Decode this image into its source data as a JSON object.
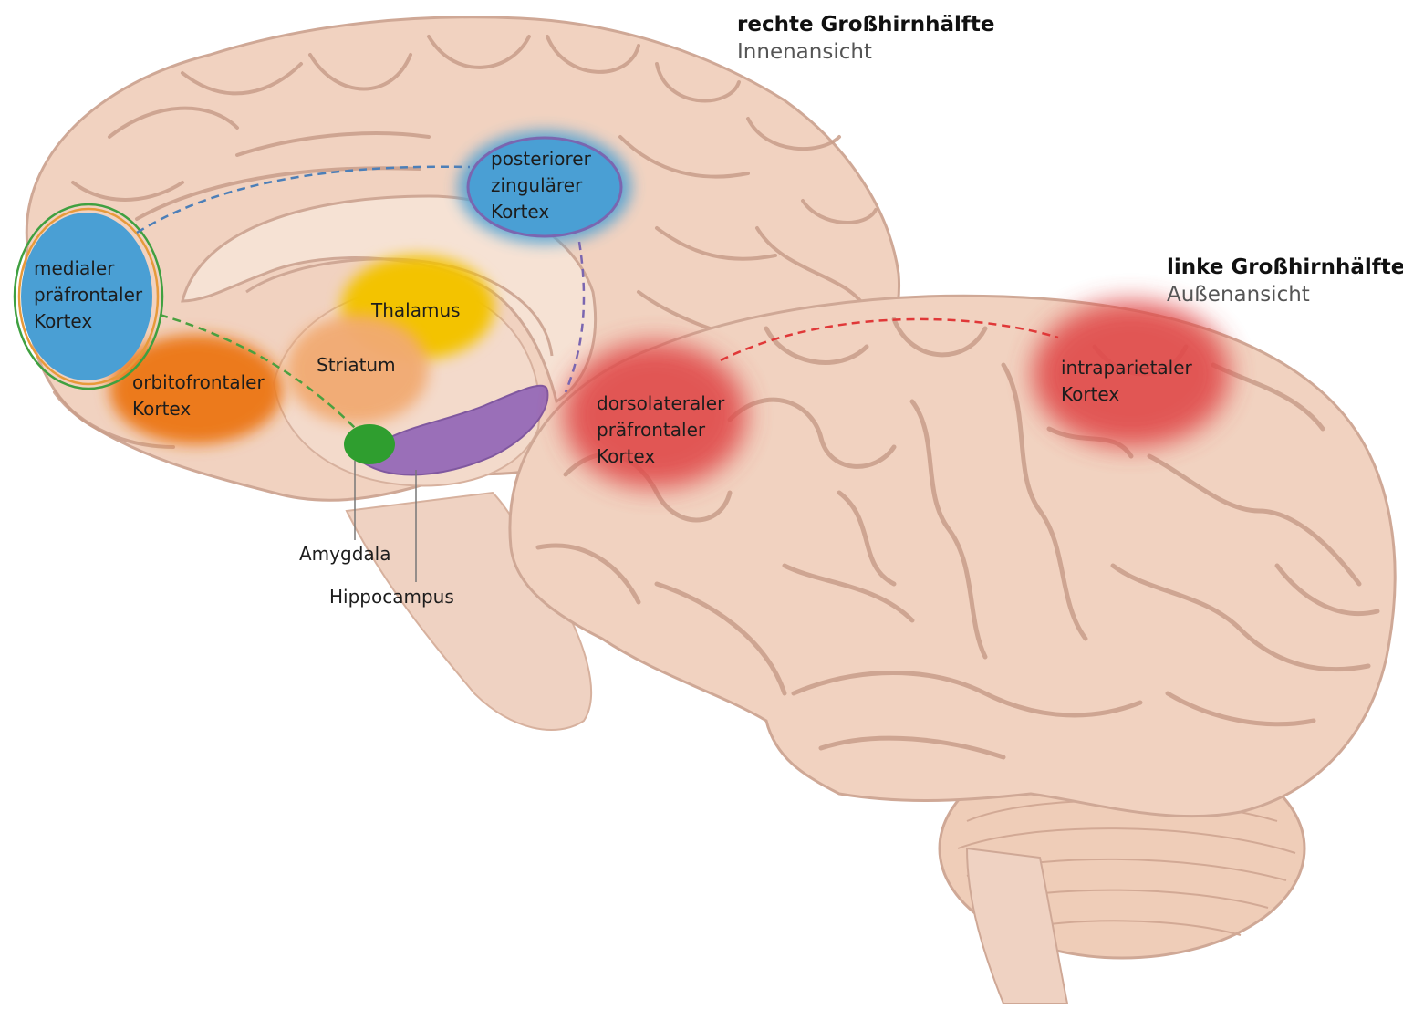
{
  "headings": {
    "right_hemisphere": {
      "title": "rechte Großhirnhälfte",
      "subtitle": "Innenansicht"
    },
    "left_hemisphere": {
      "title": "linke Großhirnhälfte",
      "subtitle": "Außenansicht"
    }
  },
  "regions": {
    "mpfc": {
      "lines": [
        "medialer",
        "präfrontaler",
        "Kortex"
      ],
      "color": "#4a9fd4"
    },
    "pcc": {
      "lines": [
        "posteriorer",
        "zingulärer",
        "Kortex"
      ],
      "color": "#4a9fd4"
    },
    "ofc": {
      "lines": [
        "orbitofrontaler",
        "Kortex"
      ],
      "color": "#ec7a1f"
    },
    "thalamus": {
      "lines": [
        "Thalamus"
      ],
      "color": "#f3c300"
    },
    "striatum": {
      "lines": [
        "Striatum"
      ],
      "color": "#f0a060"
    },
    "amygdala": {
      "label": "Amygdala",
      "color": "#2f9e2f"
    },
    "hippocampus": {
      "label": "Hippocampus",
      "color": "#9a6fb8"
    },
    "dlpfc": {
      "lines": [
        "dorsolateraler",
        "präfrontaler",
        "Kortex"
      ],
      "color": "#e04848"
    },
    "ips": {
      "lines": [
        "intraparietaler",
        "Kortex"
      ],
      "color": "#e04848"
    }
  },
  "colors": {
    "brain_tissue": "#f1d2c0",
    "sulcus": "#c99e8a",
    "connection_blue": "#4c7fb8",
    "connection_green": "#4aa040",
    "connection_red": "#e03838",
    "connection_purple": "#7a66b0"
  }
}
